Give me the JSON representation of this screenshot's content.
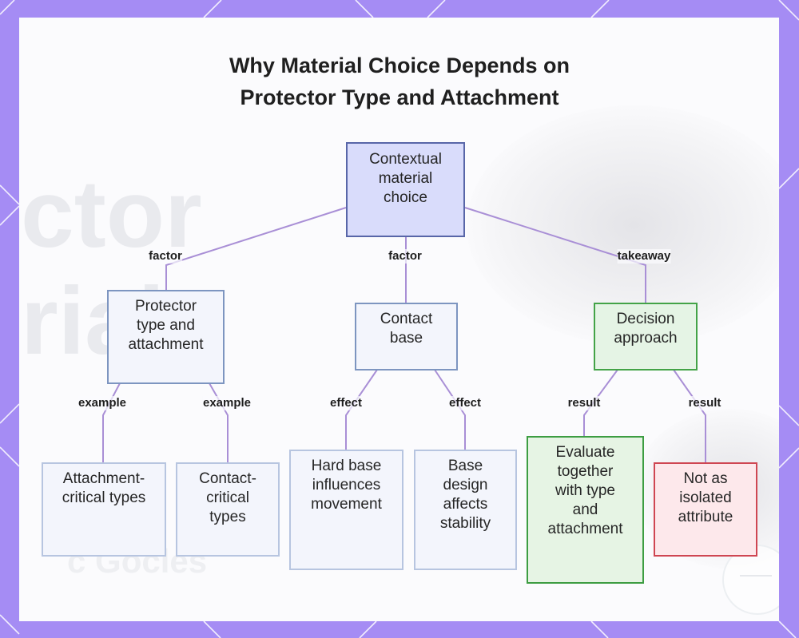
{
  "title": {
    "line1": "Why Material Choice Depends on",
    "line2": "Protector Type and Attachment"
  },
  "watermark": {
    "word1": "ctor",
    "word2": "rial",
    "word3": "c Gocles"
  },
  "nodes": {
    "root": [
      "Contextual",
      "material",
      "choice"
    ],
    "protector": [
      "Protector",
      "type and",
      "attachment"
    ],
    "contact": [
      "Contact",
      "base"
    ],
    "decision": [
      "Decision",
      "approach"
    ],
    "attachment_critical": [
      "Attachment-",
      "critical types"
    ],
    "contact_critical": [
      "Contact-",
      "critical",
      "types"
    ],
    "hard_base": [
      "Hard base",
      "influences",
      "movement"
    ],
    "base_design": [
      "Base",
      "design",
      "affects",
      "stability"
    ],
    "evaluate": [
      "Evaluate",
      "together",
      "with type",
      "and",
      "attachment"
    ],
    "not_isolated": [
      "Not as",
      "isolated",
      "attribute"
    ]
  },
  "edge_labels": {
    "factor_left": "factor",
    "factor_center": "factor",
    "takeaway": "takeaway",
    "example_left": "example",
    "example_right": "example",
    "effect_left": "effect",
    "effect_right": "effect",
    "result_left": "result",
    "result_right": "result"
  },
  "colors": {
    "frame": "#a58cf4",
    "edge": "#a98fd6",
    "root_fill": "#d9dcfb",
    "green_fill": "#e5f4e5",
    "red_fill": "#fde8eb"
  }
}
